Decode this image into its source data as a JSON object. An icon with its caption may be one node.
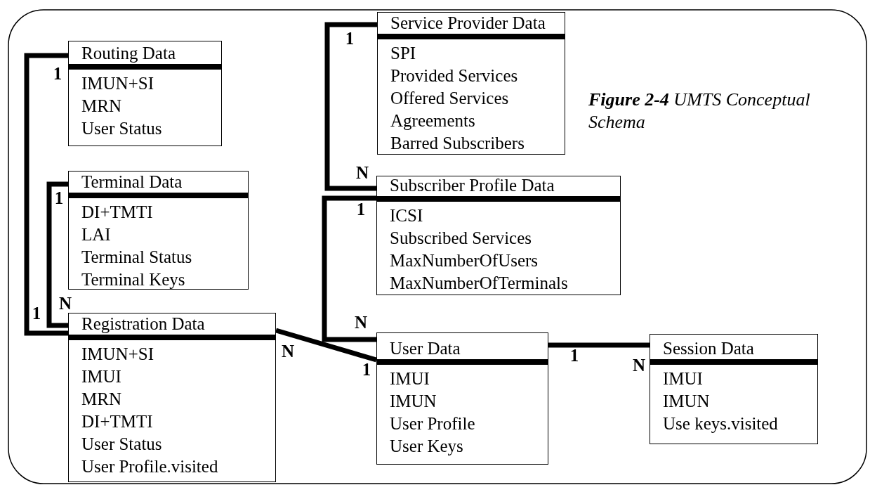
{
  "diagram": {
    "caption": "**Figure 2-4** UMTS Conceptual Schema",
    "nodes": [
      {
        "text": [
          "Routing Data",
          "IMUN+SI",
          "MRN",
          "User Status"
        ]
      },
      {
        "text": [
          "Service Provider Data",
          "SPI",
          "Provided Services",
          "Offered Services",
          "Agreements",
          "Barred Subscribers"
        ]
      },
      {
        "text": [
          "Terminal Data",
          "DI+TMTI",
          "LAI",
          "Terminal Status",
          "Terminal Keys"
        ]
      },
      {
        "text": [
          "Subscriber Profile Data",
          "ICSI",
          "Subscribed Services",
          "MaxNumberOfUsers",
          "MaxNumberOfTerminals"
        ]
      },
      {
        "text": [
          "Registration Data",
          "IMUN+SI",
          "IMUI",
          "MRN",
          "DI+TMTI",
          "User Status",
          "User Profile.visited"
        ]
      },
      {
        "text": [
          "User Data",
          "IMUI",
          "IMUN",
          "User Profile",
          "User Keys"
        ]
      },
      {
        "text": [
          "Session Data",
          "IMUI",
          "IMUN",
          "Use keys.visited"
        ]
      }
    ],
    "edges": [
      {
        "from": 0,
        "to": 4,
        "arrow": "none"
      },
      {
        "from": 2,
        "to": 4,
        "arrow": "none"
      },
      {
        "from": 1,
        "to": 3,
        "arrow": "none"
      },
      {
        "from": 3,
        "to": 5,
        "arrow": "none"
      },
      {
        "from": 4,
        "to": 5,
        "arrow": "none"
      },
      {
        "from": 5,
        "to": 6,
        "arrow": "none"
      }
    ],
    "labels": [
      "1",
      "1",
      "N",
      "1",
      "1",
      "N",
      "1",
      "N",
      "N",
      "1",
      "N",
      "1"
    ]
  }
}
